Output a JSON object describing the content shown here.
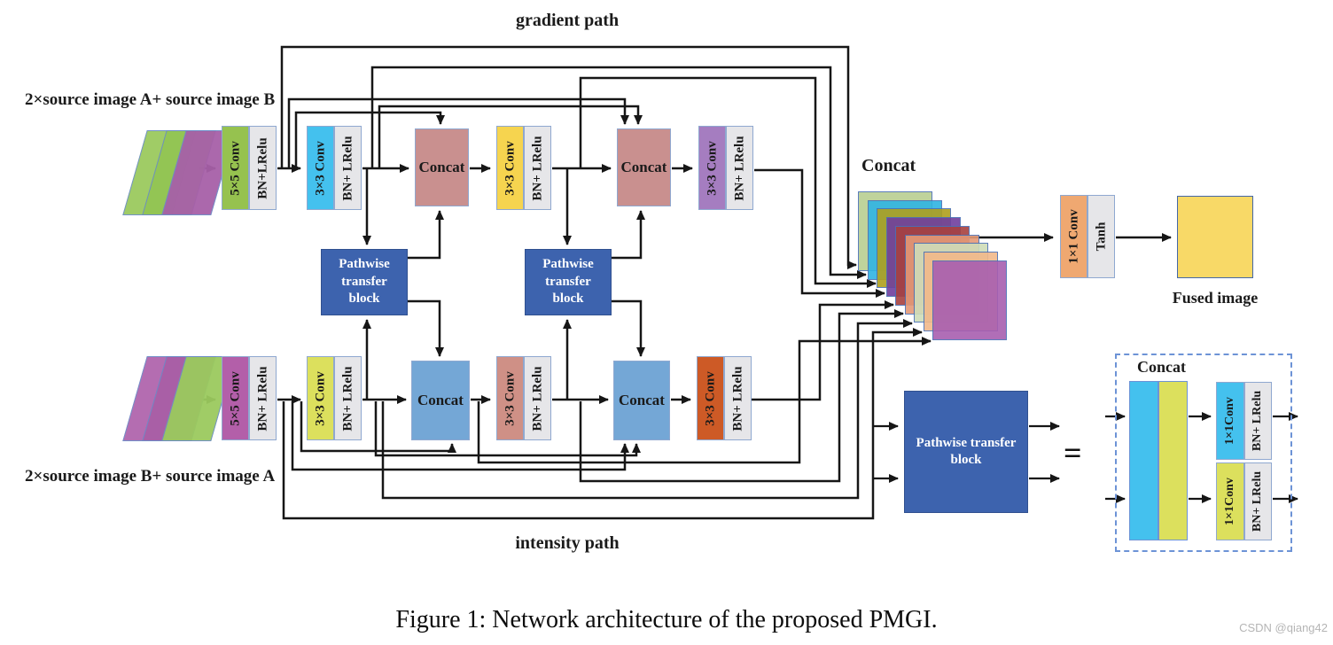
{
  "labels": {
    "gradient_path": "gradient path",
    "intensity_path": "intensity path",
    "source_top": "2×source image A+ source image B",
    "source_bottom": "2×source image B+ source image A",
    "concat_stack_title": "Concat",
    "fused_image": "Fused image",
    "equals_sign": "=",
    "caption": "Figure 1: Network architecture of the proposed PMGI.",
    "watermark": "CSDN @qiang42"
  },
  "top_path": {
    "conv1": {
      "conv": "5×5 Conv",
      "act": "BN+LRelu"
    },
    "conv2": {
      "conv": "3×3 Conv",
      "act": "BN+ LRelu"
    },
    "concat1": {
      "label": "Concat"
    },
    "conv3": {
      "conv": "3×3 Conv",
      "act": "BN+ LRelu"
    },
    "concat2": {
      "label": "Concat"
    },
    "conv4": {
      "conv": "3×3 Conv",
      "act": "BN+ LRelu"
    }
  },
  "bottom_path": {
    "conv1": {
      "conv": "5×5 Conv",
      "act": "BN+ LRelu"
    },
    "conv2": {
      "conv": "3×3 Conv",
      "act": "BN+ LRelu"
    },
    "concat1": {
      "label": "Concat"
    },
    "conv3": {
      "conv": "3×3 Conv",
      "act": "BN+ LRelu"
    },
    "concat2": {
      "label": "Concat"
    },
    "conv4": {
      "conv": "3×3 Conv",
      "act": "BN+ LRelu"
    }
  },
  "pathwise_block": {
    "line1": "Pathwise",
    "line2": "transfer",
    "line3": "block"
  },
  "output_block": {
    "conv": "1×1 Conv",
    "act": "Tanh"
  },
  "legend": {
    "pt_line1": "Pathwise transfer",
    "pt_line2": "block",
    "concat_title": "Concat",
    "conv_top": {
      "conv": "1×1Conv",
      "act": "BN+ LRelu"
    },
    "conv_bottom": {
      "conv": "1×1Conv",
      "act": "BN+ LRelu"
    }
  },
  "colors": {
    "conv5x5_top": "#96c24f",
    "conv3x3_cyan": "#44c1ee",
    "conv3x3_yellow": "#f6d44f",
    "conv3x3_purple": "#a57dc0",
    "concat_rose": "#c9908f",
    "conv5x5_bottom": "#b35fa9",
    "conv3x3_yellowgreen": "#dce05d",
    "concat_blue": "#74a7d6",
    "conv3x3_salmon": "#cf9086",
    "conv3x3_orange": "#cd5a26",
    "conv1x1_orange": "#efa871",
    "act_gray": "#e6e6e9",
    "pathwise_blue": "#3d63ae",
    "fused_yellow": "#f8d967"
  },
  "image_stack_top": [
    "#9bca5e",
    "#93c554",
    "#a760a8"
  ],
  "image_stack_bottom": [
    "#b066ad",
    "#a95fa6",
    "#9bca5e"
  ],
  "concat_stack_layers": [
    "#b9cf92",
    "#2fb4e3",
    "#b0a01e",
    "#6f3f9e",
    "#a8413f",
    "#e59a77",
    "#cfddb9",
    "#f2b98a",
    "#a85fb0"
  ]
}
